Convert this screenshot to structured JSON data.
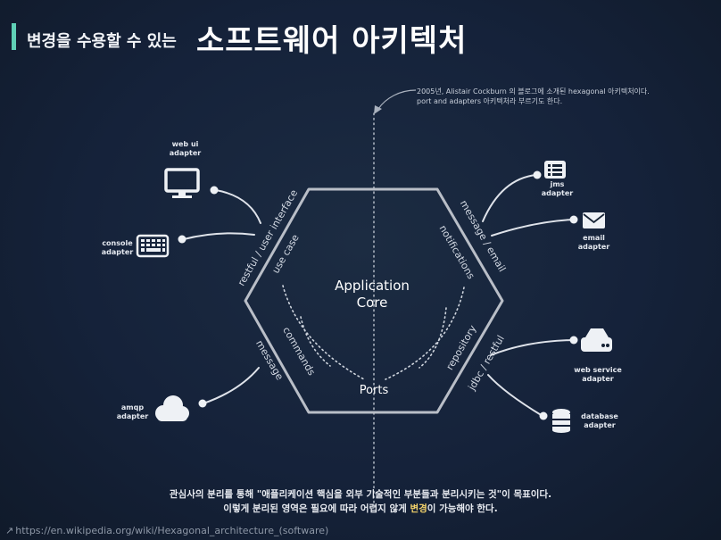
{
  "header": {
    "subtitle": "변경을 수용할 수 있는",
    "title": "소프트웨어 아키텍처"
  },
  "note": {
    "line1": "2005년, Alistair Cockburn 의 블로그에 소개된 hexagonal 아키텍처이다.",
    "line2": "port and adapters 아키텍처라 부르기도 한다."
  },
  "hexagon": {
    "core_line1": "Application",
    "core_line2": "Core",
    "ports": "Ports",
    "outer_labels": {
      "top_left": "restful / user interface",
      "top_right": "message / email",
      "bottom_left": "message",
      "bottom_right": "jdbc / restful"
    },
    "inner_labels": {
      "top_left": "use case",
      "top_right": "notifications",
      "bottom_left": "commands",
      "bottom_right": "repository"
    }
  },
  "adapters": {
    "web_ui": {
      "line1": "web ui",
      "line2": "adapter",
      "icon": "monitor-icon"
    },
    "console": {
      "line1": "console",
      "line2": "adapter",
      "icon": "keyboard-icon"
    },
    "amqp": {
      "line1": "amqp",
      "line2": "adapter",
      "icon": "cloud-icon"
    },
    "jms": {
      "line1": "jms",
      "line2": "adapter",
      "icon": "list-icon"
    },
    "email": {
      "line1": "email",
      "line2": "adapter",
      "icon": "envelope-icon"
    },
    "web_service": {
      "line1": "web service",
      "line2": "adapter",
      "icon": "server-icon"
    },
    "database": {
      "line1": "database",
      "line2": "adapter",
      "icon": "database-icon"
    }
  },
  "caption": {
    "line1": "관심사의 분리를 통해 \"애플리케이션 핵심을 외부 기술적인 부분들과 분리시키는 것\"이 목표이다.",
    "line2_before": "이렇게 분리된 영역은 필요에 따라 어렵지 않게 ",
    "line2_highlight": "변경",
    "line2_after": "이 가능해야 한다."
  },
  "footer": {
    "url": "https://en.wikipedia.org/wiki/Hexagonal_architecture_(software)"
  },
  "colors": {
    "background": "#152234",
    "accent": "#5fd0b6",
    "highlight": "#f4d36b",
    "hexagon_stroke": "#b9bec7"
  }
}
